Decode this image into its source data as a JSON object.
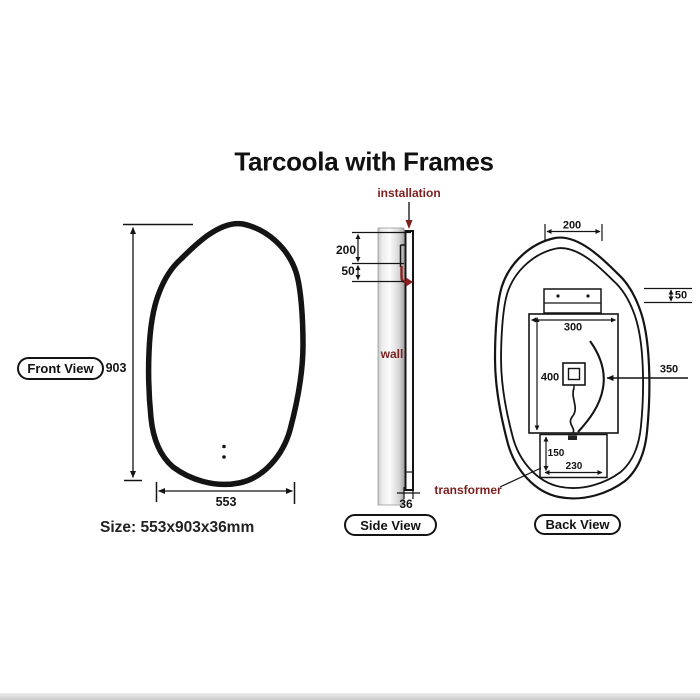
{
  "title": "Tarcoola with Frames",
  "size_note": "Size: 553x903x36mm",
  "front_view": {
    "label": "Front View",
    "height_dim": "903",
    "width_dim": "553"
  },
  "side_view": {
    "label": "Side View",
    "installation_label": "installation",
    "wall_label": "wall",
    "dim_top_to_bracket": "200",
    "dim_bracket_drop": "50",
    "dim_thickness": "36"
  },
  "back_view": {
    "label": "Back View",
    "dim_bracket_width": "200",
    "dim_bracket_height": "50",
    "dim_box_width": "300",
    "dim_box_height": "400",
    "dim_cable": "350",
    "dim_transformer_height": "150",
    "dim_transformer_width": "230",
    "transformer_label": "transformer"
  },
  "colors": {
    "accent_red": "#7b1f1f",
    "hook_red": "#8b2020",
    "line": "#141414"
  }
}
